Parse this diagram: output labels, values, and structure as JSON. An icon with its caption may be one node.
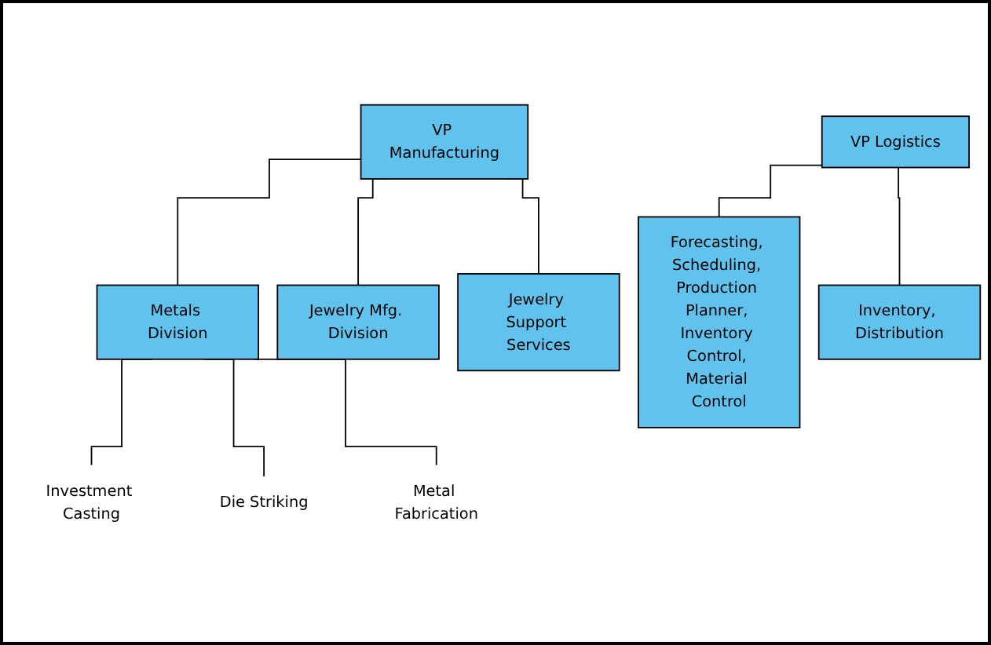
{
  "diagram": {
    "nodes": [
      {
        "text": [
          "VP Manufacturing"
        ]
      },
      {
        "text": [
          "Metals Division"
        ]
      },
      {
        "text": [
          "Jewelry Mfg. Division"
        ]
      },
      {
        "text": [
          "Jewelry Support Services"
        ]
      },
      {
        "text": [
          "Investment Casting"
        ]
      },
      {
        "text": [
          "Die Striking"
        ]
      },
      {
        "text": [
          "Metal Fabrication"
        ]
      },
      {
        "text": [
          "VP Logistics"
        ]
      },
      {
        "text": [
          "Forecasting, Scheduling, Production Planner, Inventory Control, Material Control"
        ]
      },
      {
        "text": [
          "Inventory, Distribution"
        ]
      }
    ],
    "edges": [
      {
        "from": 0,
        "to": 1,
        "arrow": "none"
      },
      {
        "from": 0,
        "to": 2,
        "arrow": "none"
      },
      {
        "from": 0,
        "to": 3,
        "arrow": "none"
      },
      {
        "from": 1,
        "to": 4,
        "arrow": "none"
      },
      {
        "from": 1,
        "to": 5,
        "arrow": "none"
      },
      {
        "from": 1,
        "to": 6,
        "arrow": "none"
      },
      {
        "from": 7,
        "to": 8,
        "arrow": "none"
      },
      {
        "from": 7,
        "to": 9,
        "arrow": "none"
      }
    ]
  }
}
